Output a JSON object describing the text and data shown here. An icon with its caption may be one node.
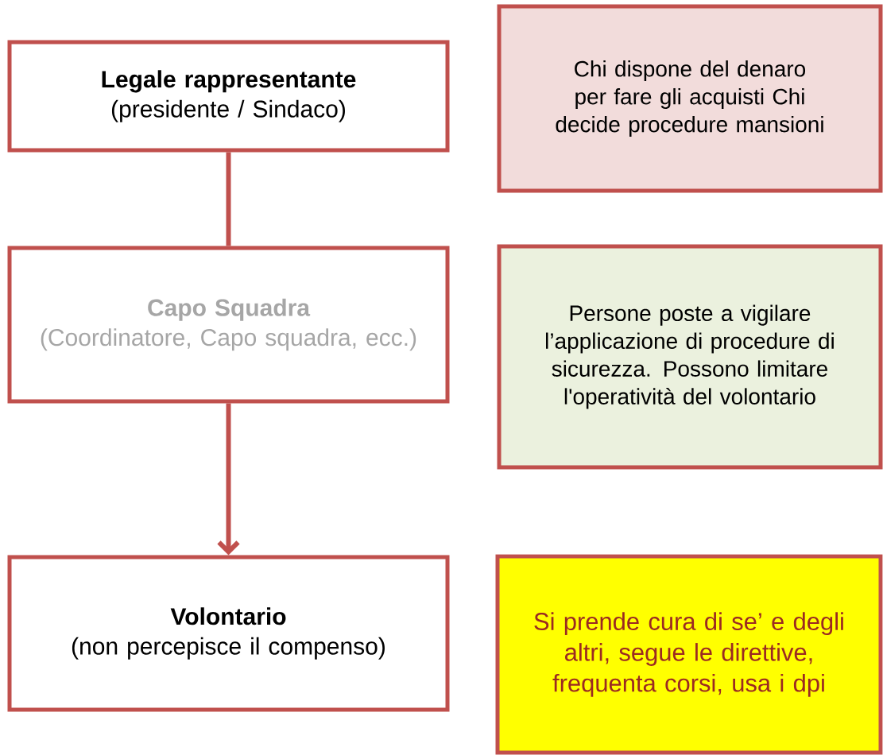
{
  "diagram": {
    "nodes": [
      {
        "text": [
          "Legale rappresentante",
          "(presidente / Sindaco)"
        ]
      },
      {
        "text": [
          "Capo Squadra",
          "(Coordinatore, Capo squadra, ecc.)"
        ]
      },
      {
        "text": [
          "Volontario",
          "(non percepisce il compenso)"
        ]
      },
      {
        "text": [
          "Chi dispone del denaro per fare gli acquisti Chi decide procedure mansioni"
        ]
      },
      {
        "text": [
          "Persone poste a vigilare l’applicazione di procedure di sicurezza. Possono limitare l'operatività del volontario"
        ]
      },
      {
        "text": [
          "Si prende cura di se’ e degli altri, segue le direttive, frequenta corsi, usa i dpi"
        ]
      }
    ],
    "edges": [
      {
        "from": 0,
        "to": 1,
        "arrow": "none"
      },
      {
        "from": 1,
        "to": 2,
        "arrow": "to"
      }
    ]
  }
}
